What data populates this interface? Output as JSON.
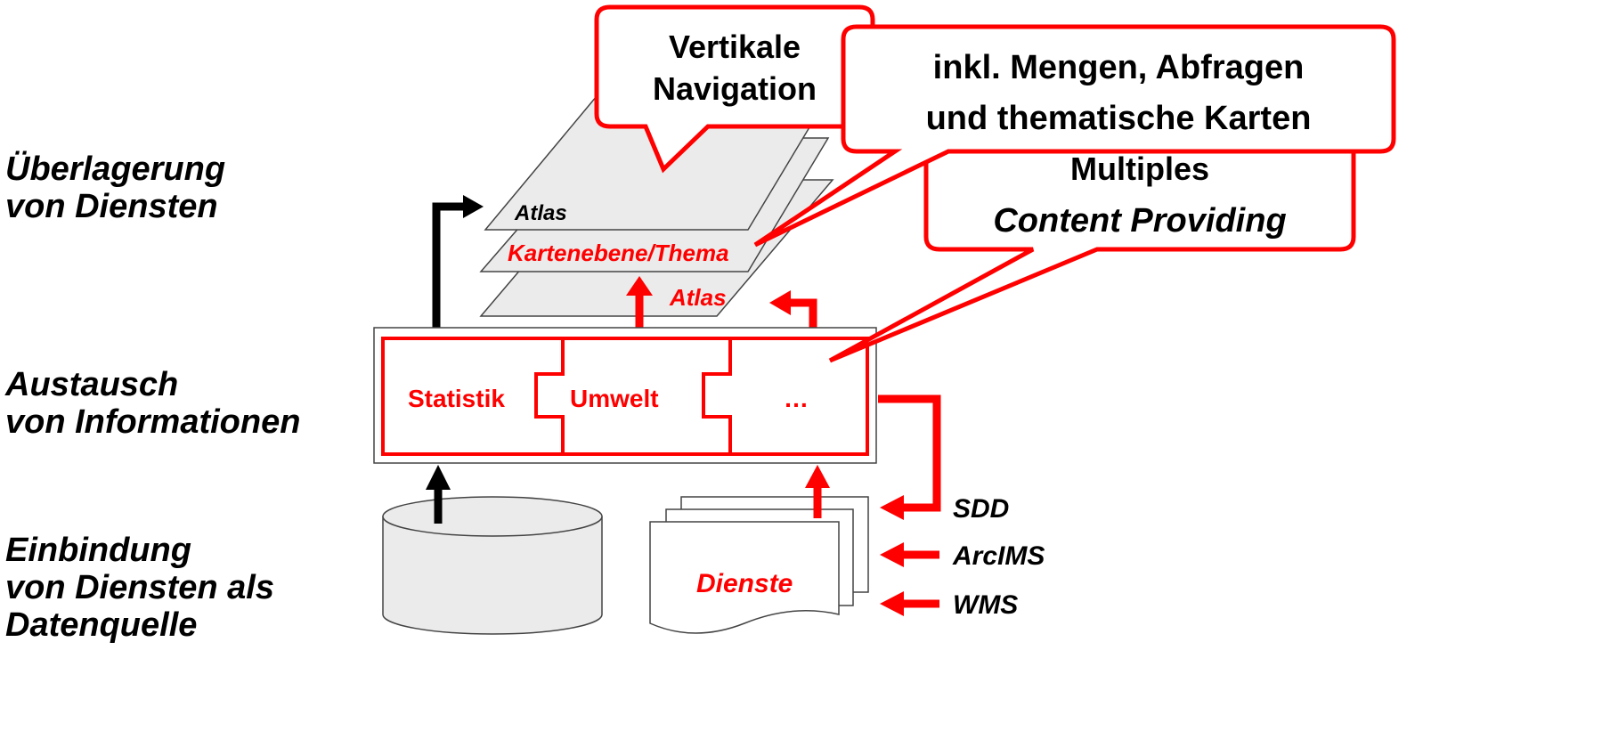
{
  "levels": {
    "overlay": [
      "Überlagerung",
      "von Diensten"
    ],
    "exchange": [
      "Austausch",
      "von Informationen"
    ],
    "integration": [
      "Einbindung",
      "von Diensten als",
      "Datenquelle"
    ]
  },
  "layers": {
    "top": "Atlas",
    "middle": "Kartenebene/Thema",
    "bottom": "Atlas"
  },
  "modules": [
    "Statistik",
    "Umwelt",
    "…"
  ],
  "sources": {
    "dienste": "Dienste",
    "protocols": [
      "SDD",
      "ArcIMS",
      "WMS"
    ]
  },
  "callouts": {
    "vertical": [
      "Vertikale",
      "Navigation"
    ],
    "content": [
      "Multiples",
      "Content Providing"
    ],
    "incl": [
      "inkl. Mengen, Abfragen",
      "und thematische Karten"
    ]
  },
  "colors": {
    "accent": "#ff0000",
    "black": "#000000",
    "layer_fill": "#ebebeb",
    "stroke": "#444444"
  }
}
